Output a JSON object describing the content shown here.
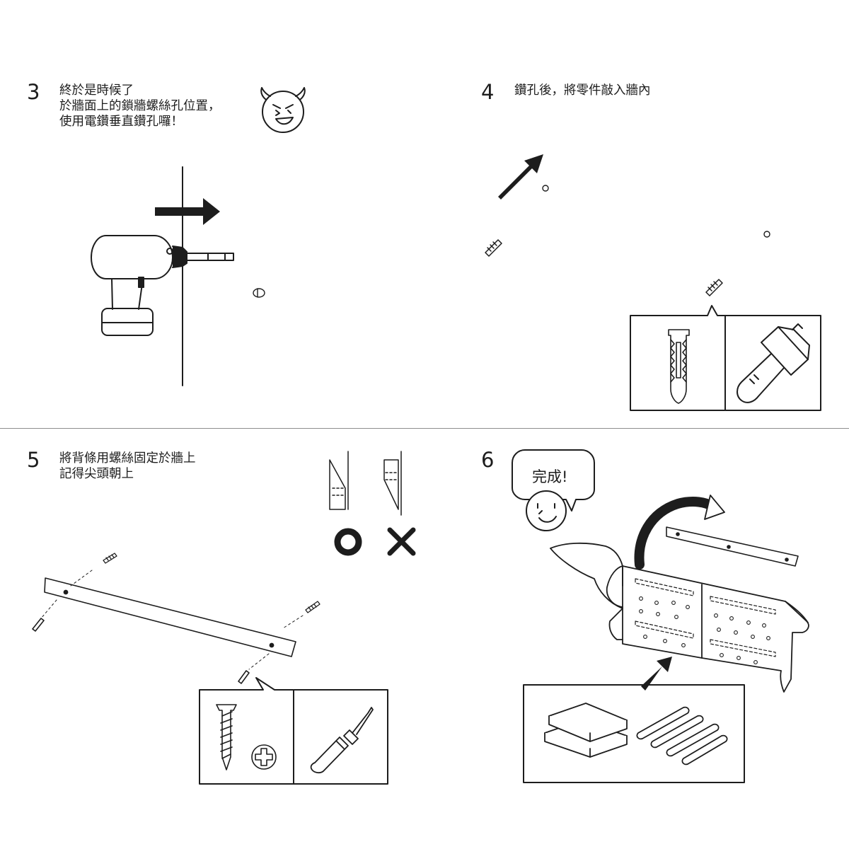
{
  "steps": [
    {
      "number": "3",
      "lines": [
        "終於是時候了",
        "於牆面上的鎖牆螺絲孔位置，",
        "使用電鑽垂直鑽孔囉！"
      ]
    },
    {
      "number": "4",
      "lines": [
        "鑽孔後，將零件敲入牆內"
      ]
    },
    {
      "number": "5",
      "lines": [
        "將背條用螺絲固定於牆上",
        "記得尖頭朝上"
      ]
    },
    {
      "number": "6",
      "bubble": "完成!"
    }
  ],
  "icons": {
    "step3": [
      "devil-face-icon",
      "drill-icon",
      "arrow-right-icon",
      "wall-line"
    ],
    "step4": [
      "arrow-icon",
      "wall-anchor-icon",
      "hammer-icon"
    ],
    "step5": [
      "back-strip",
      "screw-icon",
      "wall-anchor-icon",
      "phillips-icon",
      "screwdriver-icon",
      "correct-circle-icon",
      "wrong-cross-icon"
    ],
    "step6": [
      "smiley-face-icon",
      "dog-shelf",
      "curved-arrow-icon",
      "shelf-boards-icon",
      "dowel-pegs-icon"
    ]
  }
}
